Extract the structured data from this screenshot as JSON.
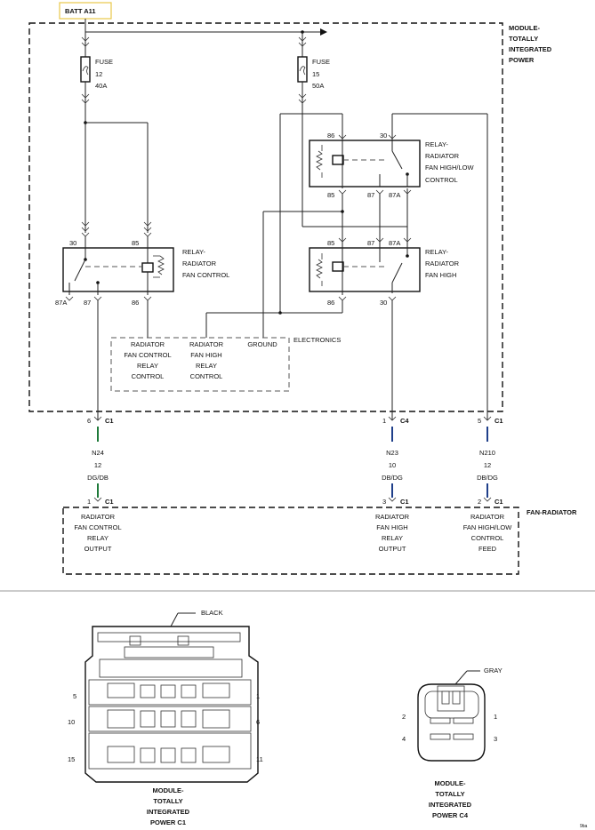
{
  "batt_label": "BATT A11",
  "module_label": [
    "MODULE-",
    "TOTALLY",
    "INTEGRATED",
    "POWER"
  ],
  "fuse12": {
    "name": "FUSE",
    "num": "12",
    "amp": "40A"
  },
  "fuse15": {
    "name": "FUSE",
    "num": "15",
    "amp": "50A"
  },
  "relay_highlow": {
    "label": [
      "RELAY-",
      "RADIATOR",
      "FAN HIGH/LOW",
      "CONTROL"
    ],
    "pins": [
      "86",
      "30",
      "85",
      "87",
      "87A"
    ]
  },
  "relay_high": {
    "label": [
      "RELAY-",
      "RADIATOR",
      "FAN HIGH"
    ],
    "pins": [
      "85",
      "87",
      "87A",
      "86",
      "30"
    ]
  },
  "relay_ctrl": {
    "label": [
      "RELAY-",
      "RADIATOR",
      "FAN CONTROL"
    ],
    "pins": [
      "30",
      "85",
      "87A",
      "87",
      "86"
    ]
  },
  "electronics": {
    "label": "ELECTRONICS",
    "items": [
      [
        "RADIATOR",
        "FAN CONTROL",
        "RELAY",
        "CONTROL"
      ],
      [
        "RADIATOR",
        "FAN HIGH",
        "RELAY",
        "CONTROL"
      ],
      [
        "GROUND"
      ]
    ]
  },
  "wires": [
    {
      "top_pin": "6",
      "top_conn": "C1",
      "circuit": "N24",
      "gauge": "12",
      "color": "DG/DB",
      "bottom_pin": "1",
      "bottom_conn": "C1",
      "stroke": "#1f7a3a"
    },
    {
      "top_pin": "1",
      "top_conn": "C4",
      "circuit": "N23",
      "gauge": "10",
      "color": "DB/DG",
      "bottom_pin": "3",
      "bottom_conn": "C1",
      "stroke": "#1f3f8a"
    },
    {
      "top_pin": "5",
      "top_conn": "C1",
      "circuit": "N210",
      "gauge": "12",
      "color": "DB/DG",
      "bottom_pin": "2",
      "bottom_conn": "C1",
      "stroke": "#1f3f8a"
    }
  ],
  "fan_radiator": {
    "label": "FAN-RADIATOR",
    "items": [
      [
        "RADIATOR",
        "FAN CONTROL",
        "RELAY",
        "OUTPUT"
      ],
      [
        "RADIATOR",
        "FAN HIGH",
        "RELAY",
        "OUTPUT"
      ],
      [
        "RADIATOR",
        "FAN HIGH/LOW",
        "CONTROL",
        "FEED"
      ]
    ]
  },
  "conn_c1": {
    "color_label": "BLACK",
    "pins": [
      "5",
      "1",
      "10",
      "6",
      "15",
      "11"
    ],
    "caption": [
      "MODULE-",
      "TOTALLY",
      "INTEGRATED",
      "POWER C1"
    ]
  },
  "conn_c4": {
    "color_label": "GRAY",
    "pins": [
      "2",
      "1",
      "4",
      "3"
    ],
    "caption": [
      "MODULE-",
      "TOTALLY",
      "INTEGRATED",
      "POWER C4"
    ]
  },
  "corner_code": "9ba"
}
